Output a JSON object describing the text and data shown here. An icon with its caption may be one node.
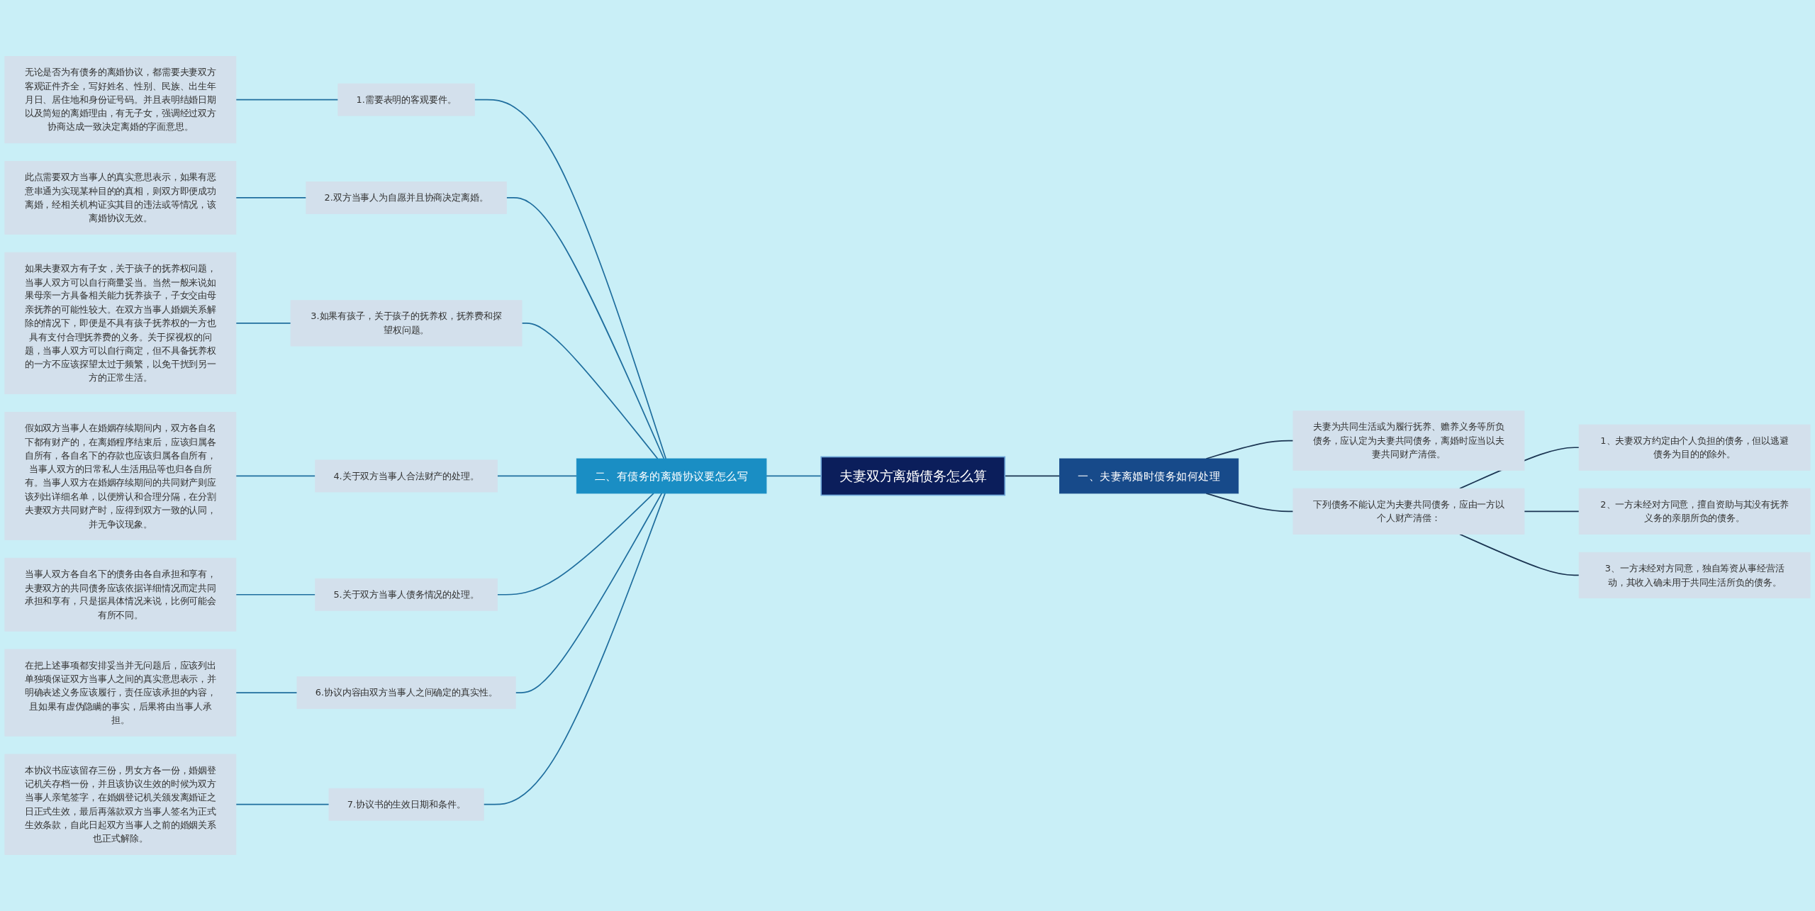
{
  "diagram": {
    "nodes": [
      {
        "text": [
          "夫妻双方离婚债务怎么算"
        ]
      },
      {
        "text": [
          "二、有债务的离婚协议要怎么写"
        ]
      },
      {
        "text": [
          "1.需要表明的客观要件。"
        ]
      },
      {
        "text": [
          "无论是否为有债务的离婚协议，都需要夫妻双方客观证件齐全，写好姓名、性别、民族、出生年月日、居住地和身份证号码。并且表明结婚日期以及简短的离婚理由，有无子女，强调经过双方协商达成一致决定离婚的字面意思。"
        ]
      },
      {
        "text": [
          "2.双方当事人为自愿并且协商决定离婚。"
        ]
      },
      {
        "text": [
          "此点需要双方当事人的真实意思表示，如果有恶意串通为实现某种目的的真相，则双方即便成功离婚，经相关机构证实其目的违法或等情况，该离婚协议无效。"
        ]
      },
      {
        "text": [
          "3.如果有孩子，关于孩子的抚养权，抚养费和探望权问题。"
        ]
      },
      {
        "text": [
          "如果夫妻双方有子女，关于孩子的抚养权问题，当事人双方可以自行商量妥当。当然一般来说如果母亲一方具备相关能力抚养孩子，子女交由母亲抚养的可能性较大。在双方当事人婚姻关系解除的情况下，即便是不具有孩子抚养权的一方也具有支付合理抚养费的义务。关于探视权的问题，当事人双方可以自行商定，但不具备抚养权的一方不应该探望太过于频繁，以免干扰到另一方的正常生活。"
        ]
      },
      {
        "text": [
          "4.关于双方当事人合法财产的处理。"
        ]
      },
      {
        "text": [
          "假如双方当事人在婚姻存续期间内，双方各自名下都有财产的，在离婚程序结束后，应该归属各自所有，各自名下的存款也应该归属各自所有，当事人双方的日常私人生活用品等也归各自所有。当事人双方在婚姻存续期间的共同财产则应该列出详细名单，以便辨认和合理分隔，在分割夫妻双方共同财产时，应得到双方一致的认同，并无争议现象。"
        ]
      },
      {
        "text": [
          "5.关于双方当事人债务情况的处理。"
        ]
      },
      {
        "text": [
          "当事人双方各自名下的债务由各自承担和享有，夫妻双方的共同债务应该依据详细情况而定共同承担和享有，只是据具体情况来说，比例可能会有所不同。"
        ]
      },
      {
        "text": [
          "6.协议内容由双方当事人之间确定的真实性。"
        ]
      },
      {
        "text": [
          "在把上述事项都安排妥当并无问题后，应该列出单独项保证双方当事人之间的真实意思表示，并明确表述义务应该履行，责任应该承担的内容，且如果有虚伪隐瞒的事实，后果将由当事人承担。"
        ]
      },
      {
        "text": [
          "7.协议书的生效日期和条件。"
        ]
      },
      {
        "text": [
          "本协议书应该留存三份，男女方各一份，婚姻登记机关存档一份，并且该协议生效的时候为双方当事人亲笔签字，在婚姻登记机关颁发离婚证之日正式生效，最后再落款双方当事人签名为正式生效条款，自此日起双方当事人之前的婚姻关系也正式解除。"
        ]
      },
      {
        "text": [
          "一、夫妻离婚时债务如何处理"
        ]
      },
      {
        "text": [
          "夫妻为共同生活或为履行抚养、赡养义务等所负债务，应认定为夫妻共同债务，离婚时应当以夫妻共同财产清偿。"
        ]
      },
      {
        "text": [
          "下列债务不能认定为夫妻共同债务，应由一方以个人财产清偿："
        ]
      },
      {
        "text": [
          "1、夫妻双方约定由个人负担的债务，但以逃避债务为目的的除外。"
        ]
      },
      {
        "text": [
          "2、一方未经对方同意，擅自资助与其没有抚养义务的亲朋所负的债务。"
        ]
      },
      {
        "text": [
          "3、一方未经对方同意，独自筹资从事经营活动，其收入确未用于共同生活所负的债务。"
        ]
      }
    ],
    "edges": [
      {
        "from": 0,
        "to": 1,
        "arrow": "none"
      },
      {
        "from": 1,
        "to": 2,
        "arrow": "none"
      },
      {
        "from": 2,
        "to": 3,
        "arrow": "none"
      },
      {
        "from": 1,
        "to": 4,
        "arrow": "none"
      },
      {
        "from": 4,
        "to": 5,
        "arrow": "none"
      },
      {
        "from": 1,
        "to": 6,
        "arrow": "none"
      },
      {
        "from": 6,
        "to": 7,
        "arrow": "none"
      },
      {
        "from": 1,
        "to": 8,
        "arrow": "none"
      },
      {
        "from": 8,
        "to": 9,
        "arrow": "none"
      },
      {
        "from": 1,
        "to": 10,
        "arrow": "none"
      },
      {
        "from": 10,
        "to": 11,
        "arrow": "none"
      },
      {
        "from": 1,
        "to": 12,
        "arrow": "none"
      },
      {
        "from": 12,
        "to": 13,
        "arrow": "none"
      },
      {
        "from": 1,
        "to": 14,
        "arrow": "none"
      },
      {
        "from": 14,
        "to": 15,
        "arrow": "none"
      },
      {
        "from": 0,
        "to": 16,
        "arrow": "none",
        "color": "#1b3552"
      },
      {
        "from": 16,
        "to": 17,
        "arrow": "none",
        "color": "#1b3552"
      },
      {
        "from": 16,
        "to": 18,
        "arrow": "none",
        "color": "#1b3552"
      },
      {
        "from": 18,
        "to": 19,
        "arrow": "none",
        "color": "#1b3552"
      },
      {
        "from": 18,
        "to": 20,
        "arrow": "none",
        "color": "#1b3552"
      },
      {
        "from": 18,
        "to": 21,
        "arrow": "none",
        "color": "#1b3552"
      }
    ]
  }
}
